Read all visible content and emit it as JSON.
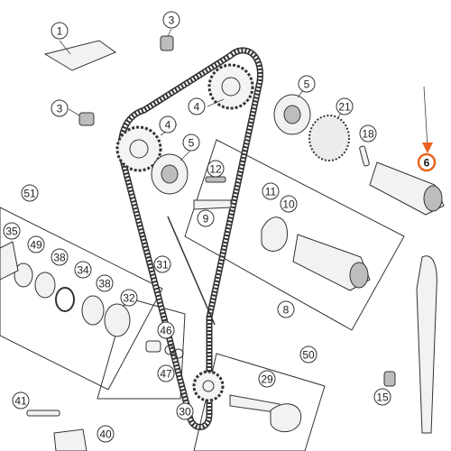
{
  "diagram": {
    "callouts": [
      {
        "id": "c1",
        "label": "1"
      },
      {
        "id": "c3a",
        "label": "3"
      },
      {
        "id": "c3b",
        "label": "3"
      },
      {
        "id": "c4a",
        "label": "4"
      },
      {
        "id": "c4b",
        "label": "4"
      },
      {
        "id": "c5a",
        "label": "5"
      },
      {
        "id": "c5b",
        "label": "5"
      },
      {
        "id": "c21",
        "label": "21"
      },
      {
        "id": "c18",
        "label": "18"
      },
      {
        "id": "c6",
        "label": "6",
        "highlighted": true
      },
      {
        "id": "c12",
        "label": "12"
      },
      {
        "id": "c9",
        "label": "9"
      },
      {
        "id": "c11",
        "label": "11"
      },
      {
        "id": "c10",
        "label": "10"
      },
      {
        "id": "c51",
        "label": "51"
      },
      {
        "id": "c35",
        "label": "35"
      },
      {
        "id": "c49",
        "label": "49"
      },
      {
        "id": "c38a",
        "label": "38"
      },
      {
        "id": "c34",
        "label": "34"
      },
      {
        "id": "c38b",
        "label": "38"
      },
      {
        "id": "c32",
        "label": "32"
      },
      {
        "id": "c31",
        "label": "31"
      },
      {
        "id": "c8",
        "label": "8"
      },
      {
        "id": "c46",
        "label": "46"
      },
      {
        "id": "c47",
        "label": "47"
      },
      {
        "id": "c50",
        "label": "50"
      },
      {
        "id": "c29",
        "label": "29"
      },
      {
        "id": "c15",
        "label": "15"
      },
      {
        "id": "c41",
        "label": "41"
      },
      {
        "id": "c30",
        "label": "30"
      },
      {
        "id": "c40",
        "label": "40"
      }
    ],
    "highlight_color": "#e8641e",
    "line_color": "#333333"
  }
}
